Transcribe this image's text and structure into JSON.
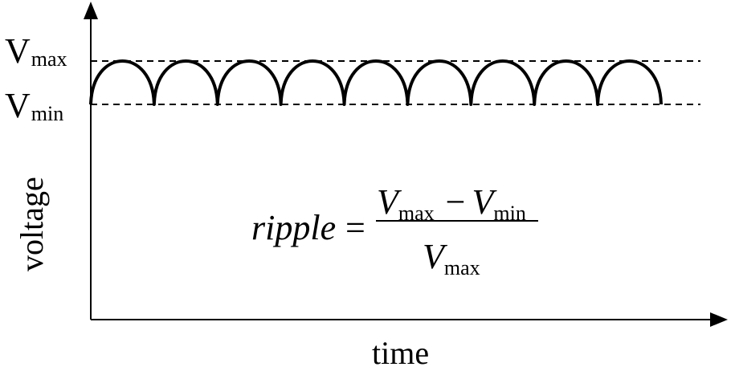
{
  "labels": {
    "vmax_main": "V",
    "vmax_sub": "max",
    "vmin_main": "V",
    "vmin_sub": "min",
    "y_axis": "voltage",
    "x_axis": "time"
  },
  "formula": {
    "lhs": "ripple",
    "equals": "=",
    "num_v1": "V",
    "num_s1": "max",
    "minus": "−",
    "num_v2": "V",
    "num_s2": "min",
    "den_v": "V",
    "den_s": "max"
  },
  "waveform": {
    "cycles": 9
  }
}
